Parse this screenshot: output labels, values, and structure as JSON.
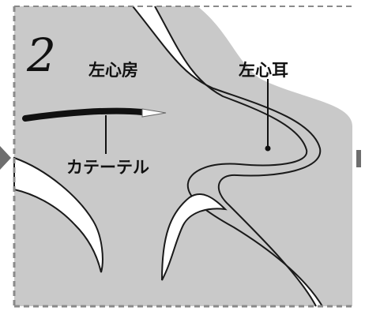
{
  "step_number": "2",
  "labels": {
    "left_atrium": "左心房",
    "left_atrial_appendage": "左心耳",
    "catheter": "カテーテル"
  },
  "colors": {
    "chamber_fill": "#c9c9c9",
    "wall_fill": "#ffffff",
    "outline": "#1a1a1a",
    "border": "#8a8a8a"
  }
}
